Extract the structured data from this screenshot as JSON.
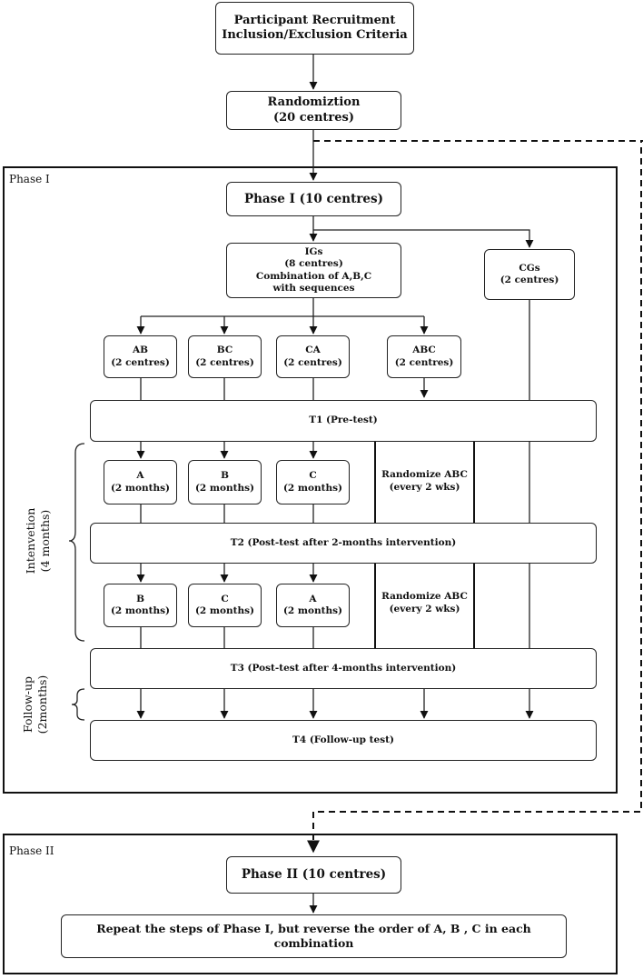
{
  "nodes": {
    "recruitment": [
      "Participant Recruitment",
      "Inclusion/Exclusion Criteria"
    ],
    "randomization": [
      "Randomiztion",
      "(20 centres)"
    ],
    "phase1": "Phase I (10 centres)",
    "igs": [
      "IGs",
      "(8 centres)",
      "Combination of A,B,C",
      "with sequences"
    ],
    "cgs": [
      "CGs",
      "(2 centres)"
    ],
    "ab": [
      "AB",
      "(2 centres)"
    ],
    "bc": [
      "BC",
      "(2 centres)"
    ],
    "ca": [
      "CA",
      "(2 centres)"
    ],
    "abc": [
      "ABC",
      "(2 centres)"
    ],
    "t1": "T1 (Pre-test)",
    "a1": [
      "A",
      "(2 months)"
    ],
    "b1": [
      "B",
      "(2 months)"
    ],
    "c1": [
      "C",
      "(2 months)"
    ],
    "rand_abc_1": [
      "Randomize ABC",
      "(every 2 wks)"
    ],
    "t2": "T2 (Post-test after 2-months intervention)",
    "b2": [
      "B",
      "(2 months)"
    ],
    "c2": [
      "C",
      "(2 months)"
    ],
    "a2": [
      "A",
      "(2 months)"
    ],
    "rand_abc_2": [
      "Randomize ABC",
      "(every 2 wks)"
    ],
    "t3": "T3 (Post-test after 4-months intervention)",
    "t4": "T4 (Follow-up test)",
    "phase2": "Phase II (10 centres)",
    "repeat": "Repeat the steps of Phase I, but reverse the order of A, B , C in each combination"
  },
  "frames": {
    "phase1_label": "Phase I",
    "phase2_label": "Phase II"
  },
  "side_labels": {
    "intervention": [
      "Intenvetion",
      "(4 months)"
    ],
    "followup": [
      "Follow-up",
      "(2months)"
    ]
  }
}
